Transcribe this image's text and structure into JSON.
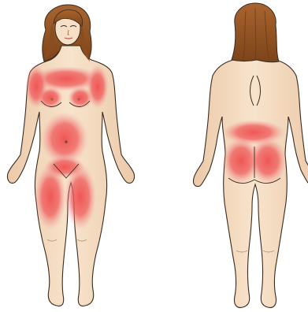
{
  "figure": {
    "views": [
      {
        "id": "front",
        "shown": true
      },
      {
        "id": "back",
        "shown": true
      }
    ],
    "highlighted_regions": {
      "front": [
        "upper-chest",
        "breasts",
        "upper-arms",
        "abdomen",
        "pelvis",
        "thighs"
      ],
      "back": [
        "lower-back",
        "buttocks"
      ]
    },
    "colors": {
      "skin": "#f4dcc0",
      "skin_shadow": "#e7c3a2",
      "outline": "#3a2a1f",
      "hair": "#9b5a2a",
      "hair_dark": "#6e3c18",
      "highlight": "#ef5a5a"
    }
  }
}
